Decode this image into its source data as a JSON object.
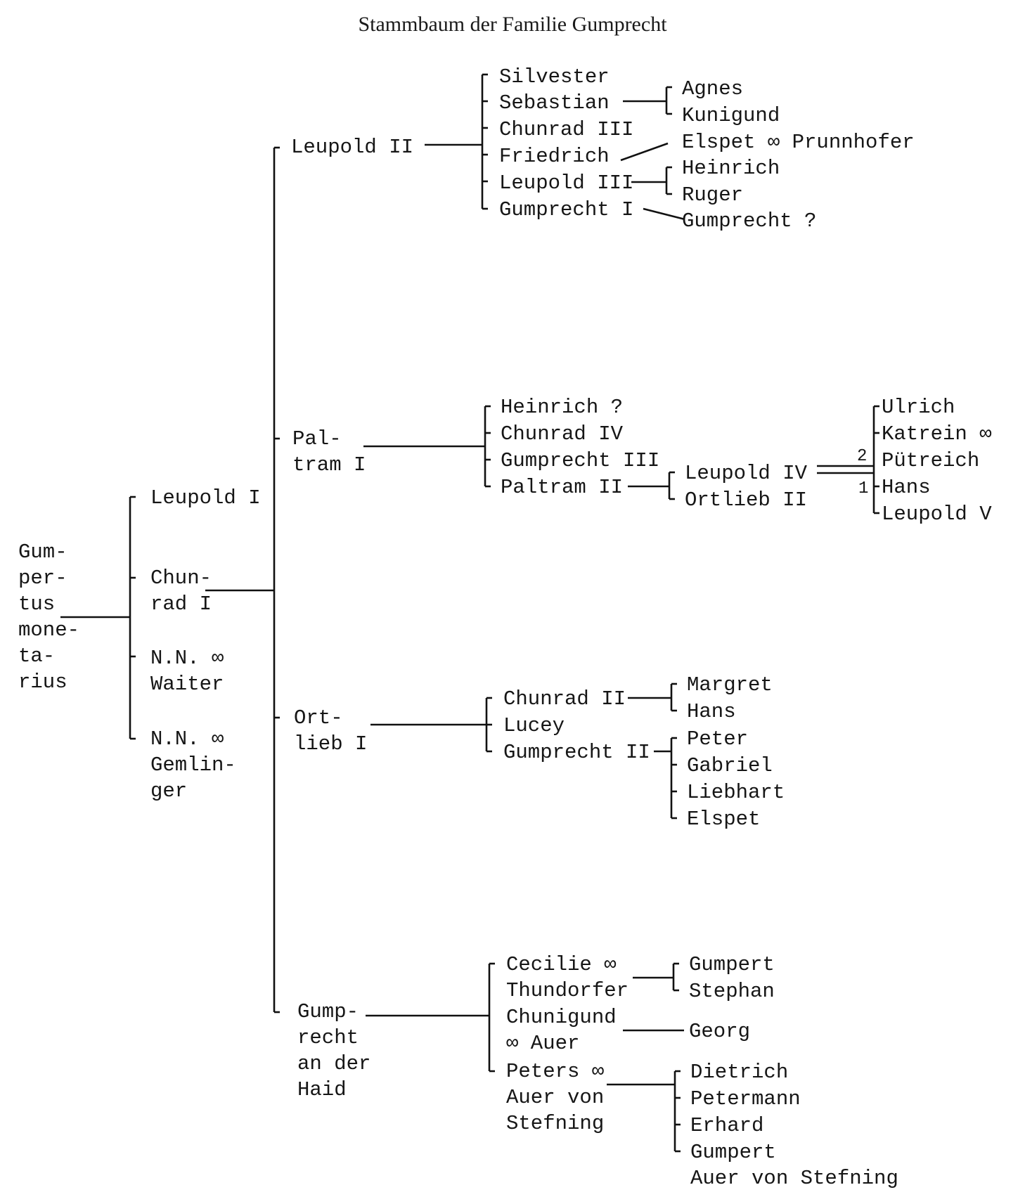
{
  "title": "Stammbaum der Familie Gumprecht",
  "root": "Gum-\nper-\ntus\nmone-\nta-\nrius",
  "gen1": {
    "leupold_i": "Leupold I",
    "chunrad_i": "Chun-\nrad I",
    "nn_waiter": "N.N. ∞\nWaiter",
    "nn_gemlinger": "N.N. ∞\nGemlin-\nger"
  },
  "gen2": {
    "leupold_ii": "Leupold II",
    "paltram_i": "Pal-\ntram I",
    "ortlieb_i": "Ort-\nlieb I",
    "gumprecht_haid": "Gump-\nrecht\nan der\nHaid"
  },
  "leupold_ii_children": [
    "Silvester",
    "Sebastian",
    "Chunrad III",
    "Friedrich",
    "Leupold III",
    "Gumprecht I"
  ],
  "leupold_ii_grandchildren": {
    "agnes": "Agnes",
    "kunigund": "Kunigund",
    "elspet": "Elspet ∞ Prunnhofer",
    "heinrich": "Heinrich",
    "ruger": "Ruger",
    "gumprecht_q": "Gumprecht ?"
  },
  "paltram_i_children": [
    "Heinrich ?",
    "Chunrad IV",
    "Gumprecht III",
    "Paltram II"
  ],
  "paltram_ii_children": [
    "Leupold IV",
    "Ortlieb II"
  ],
  "leupold_iv_children": [
    "Ulrich",
    "Katrein ∞",
    "Pütreich",
    "Hans",
    "Leupold V"
  ],
  "marriage_marks": [
    "2",
    "1"
  ],
  "ortlieb_i_children": [
    "Chunrad II",
    "Lucey",
    "Gumprecht II"
  ],
  "chunrad_ii_children": [
    "Margret",
    "Hans"
  ],
  "gumprecht_ii_children": [
    "Peter",
    "Gabriel",
    "Liebhart",
    "Elspet"
  ],
  "haid_children": {
    "cecilie": "Cecilie ∞\nThundorfer",
    "chunigund": "Chunigund\n∞ Auer",
    "peters": "Peters ∞\nAuer von\nStefning"
  },
  "cecilie_children": [
    "Gumpert",
    "Stephan"
  ],
  "chunigund_children": [
    "Georg"
  ],
  "peters_children": [
    "Dietrich",
    "Petermann",
    "Erhard",
    "Gumpert\nAuer von Stefning"
  ]
}
